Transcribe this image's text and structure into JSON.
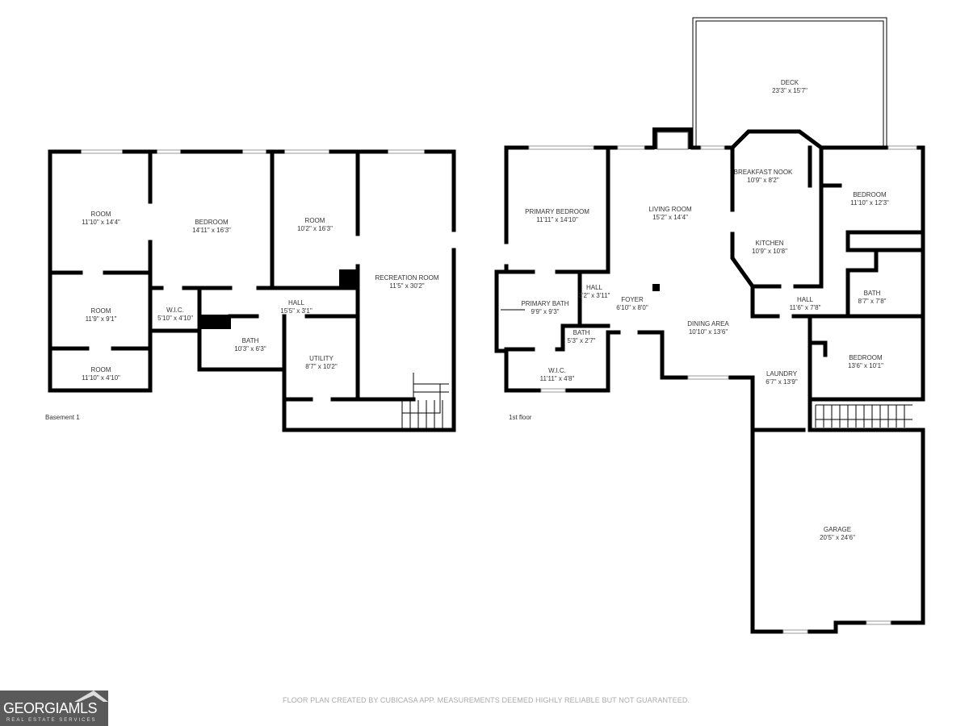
{
  "basement": {
    "label": "Basement 1",
    "rooms": [
      {
        "name": "ROOM",
        "size": "11'10\" x 14'4\""
      },
      {
        "name": "BEDROOM",
        "size": "14'11\" x 16'3\""
      },
      {
        "name": "ROOM",
        "size": "10'2\" x 16'3\""
      },
      {
        "name": "RECREATION ROOM",
        "size": "11'5\" x 30'2\""
      },
      {
        "name": "ROOM",
        "size": "11'9\" x 9'1\""
      },
      {
        "name": "W.I.C.",
        "size": "5'10\" x 4'10\""
      },
      {
        "name": "HALL",
        "size": "15'5\" x 3'1\""
      },
      {
        "name": "BATH",
        "size": "10'3\" x 6'3\""
      },
      {
        "name": "UTILITY",
        "size": "8'7\" x 10'2\""
      },
      {
        "name": "ROOM",
        "size": "11'10\" x 4'10\""
      }
    ]
  },
  "first_floor": {
    "label": "1st floor",
    "rooms": [
      {
        "name": "DECK",
        "size": "23'3\" x 15'7\""
      },
      {
        "name": "PRIMARY BEDROOM",
        "size": "11'11\" x 14'10\""
      },
      {
        "name": "LIVING ROOM",
        "size": "15'2\" x 14'4\""
      },
      {
        "name": "BREAKFAST NOOK",
        "size": "10'9\" x 8'2\""
      },
      {
        "name": "BEDROOM",
        "size": "11'10\" x 12'3\""
      },
      {
        "name": "KITCHEN",
        "size": "10'9\" x 10'8\""
      },
      {
        "name": "HALL",
        "size": "3'2\" x 3'11\""
      },
      {
        "name": "PRIMARY BATH",
        "size": "9'9\" x 9'3\""
      },
      {
        "name": "FOYER",
        "size": "6'10\" x 8'0\""
      },
      {
        "name": "HALL",
        "size": "11'6\" x 7'8\""
      },
      {
        "name": "BATH",
        "size": "8'7\" x 7'8\""
      },
      {
        "name": "BATH",
        "size": "5'3\" x 2'7\""
      },
      {
        "name": "DINING AREA",
        "size": "10'10\" x 13'6\""
      },
      {
        "name": "W.I.C.",
        "size": "11'11\" x 4'8\""
      },
      {
        "name": "BEDROOM",
        "size": "13'6\" x 10'1\""
      },
      {
        "name": "LAUNDRY",
        "size": "6'7\" x 13'9\""
      },
      {
        "name": "GARAGE",
        "size": "20'5\" x 24'6\""
      }
    ]
  },
  "footer": {
    "disclaimer": "FLOOR PLAN CREATED BY CUBICASA APP. MEASUREMENTS DEEMED HIGHLY RELIABLE BUT NOT GUARANTEED.",
    "logo_text": "GEORGIAMLS",
    "logo_sub": "REAL ESTATE SERVICES"
  }
}
